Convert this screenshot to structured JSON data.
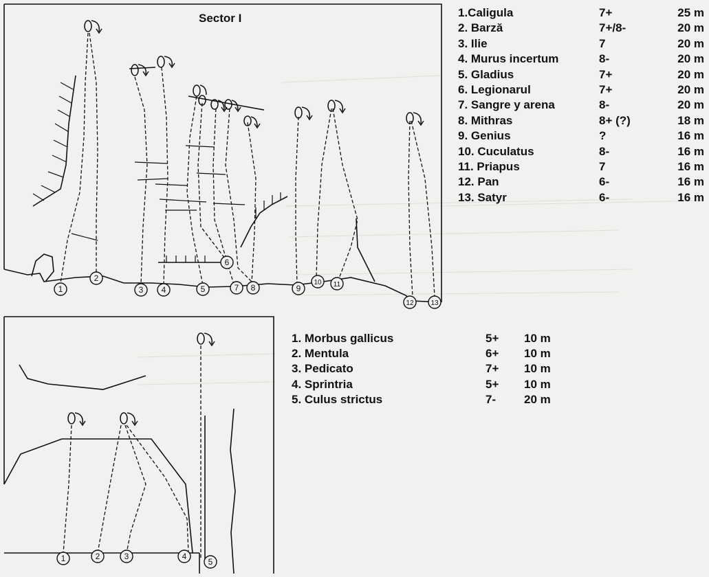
{
  "sector_title": "Sector I",
  "routes_sector1": [
    {
      "name": "1.Caligula",
      "grade": "7+",
      "length": "25 m"
    },
    {
      "name": "2. Barză",
      "grade": "7+/8-",
      "length": "20 m"
    },
    {
      "name": "3. Ilie",
      "grade": "7",
      "length": "20 m"
    },
    {
      "name": "4. Murus incertum",
      "grade": "8-",
      "length": "20 m"
    },
    {
      "name": "5. Gladius",
      "grade": "7+",
      "length": "20 m"
    },
    {
      "name": "6. Legionarul",
      "grade": "7+",
      "length": "20 m"
    },
    {
      "name": "7. Sangre y arena",
      "grade": "8-",
      "length": "20 m"
    },
    {
      "name": "8. Mithras",
      "grade": "8+ (?)",
      "length": "18 m"
    },
    {
      "name": "9. Genius",
      "grade": "?",
      "length": "16 m"
    },
    {
      "name": "10. Cuculatus",
      "grade": "8-",
      "length": "16 m"
    },
    {
      "name": "11. Priapus",
      "grade": "7",
      "length": "16 m"
    },
    {
      "name": "12. Pan",
      "grade": "6-",
      "length": "16 m"
    },
    {
      "name": "13. Satyr",
      "grade": "6-",
      "length": "16 m"
    }
  ],
  "routes_sector2": [
    {
      "name": "1. Morbus gallicus",
      "grade": "5+",
      "length": "10 m"
    },
    {
      "name": "2. Mentula",
      "grade": "6+",
      "length": "10 m"
    },
    {
      "name": "3. Pedicato",
      "grade": "7+",
      "length": "10 m"
    },
    {
      "name": "4. Sprintria",
      "grade": "5+",
      "length": "10 m"
    },
    {
      "name": "5. Culus strictus",
      "grade": "7-",
      "length": "20 m"
    }
  ],
  "topo1_markers": [
    "1",
    "2",
    "3",
    "4",
    "5",
    "6",
    "7",
    "8",
    "9",
    "10",
    "11",
    "12",
    "13"
  ],
  "topo2_markers": [
    "1",
    "2",
    "3",
    "4",
    "5"
  ],
  "colors": {
    "ink": "#111111",
    "paper": "#f1f1ef"
  }
}
